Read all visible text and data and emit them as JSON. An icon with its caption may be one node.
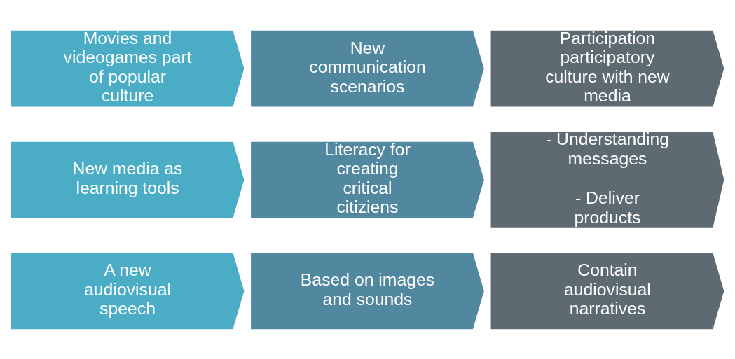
{
  "diagram": {
    "nodes": [
      {
        "text": [
          "Movies and videogames part of popular culture"
        ]
      },
      {
        "text": [
          "New communication scenarios"
        ]
      },
      {
        "text": [
          "Participation participatory culture with new media"
        ]
      },
      {
        "text": [
          "New media as learning tools"
        ]
      },
      {
        "text": [
          "Literacy for creating critical citiziens"
        ]
      },
      {
        "text": [
          "- Understanding messages",
          "- Deliver products"
        ]
      },
      {
        "text": [
          "A new audiovisual speech"
        ]
      },
      {
        "text": [
          "Based on images and sounds"
        ]
      },
      {
        "text": [
          "Contain audiovisual narratives"
        ]
      }
    ],
    "edges": []
  }
}
